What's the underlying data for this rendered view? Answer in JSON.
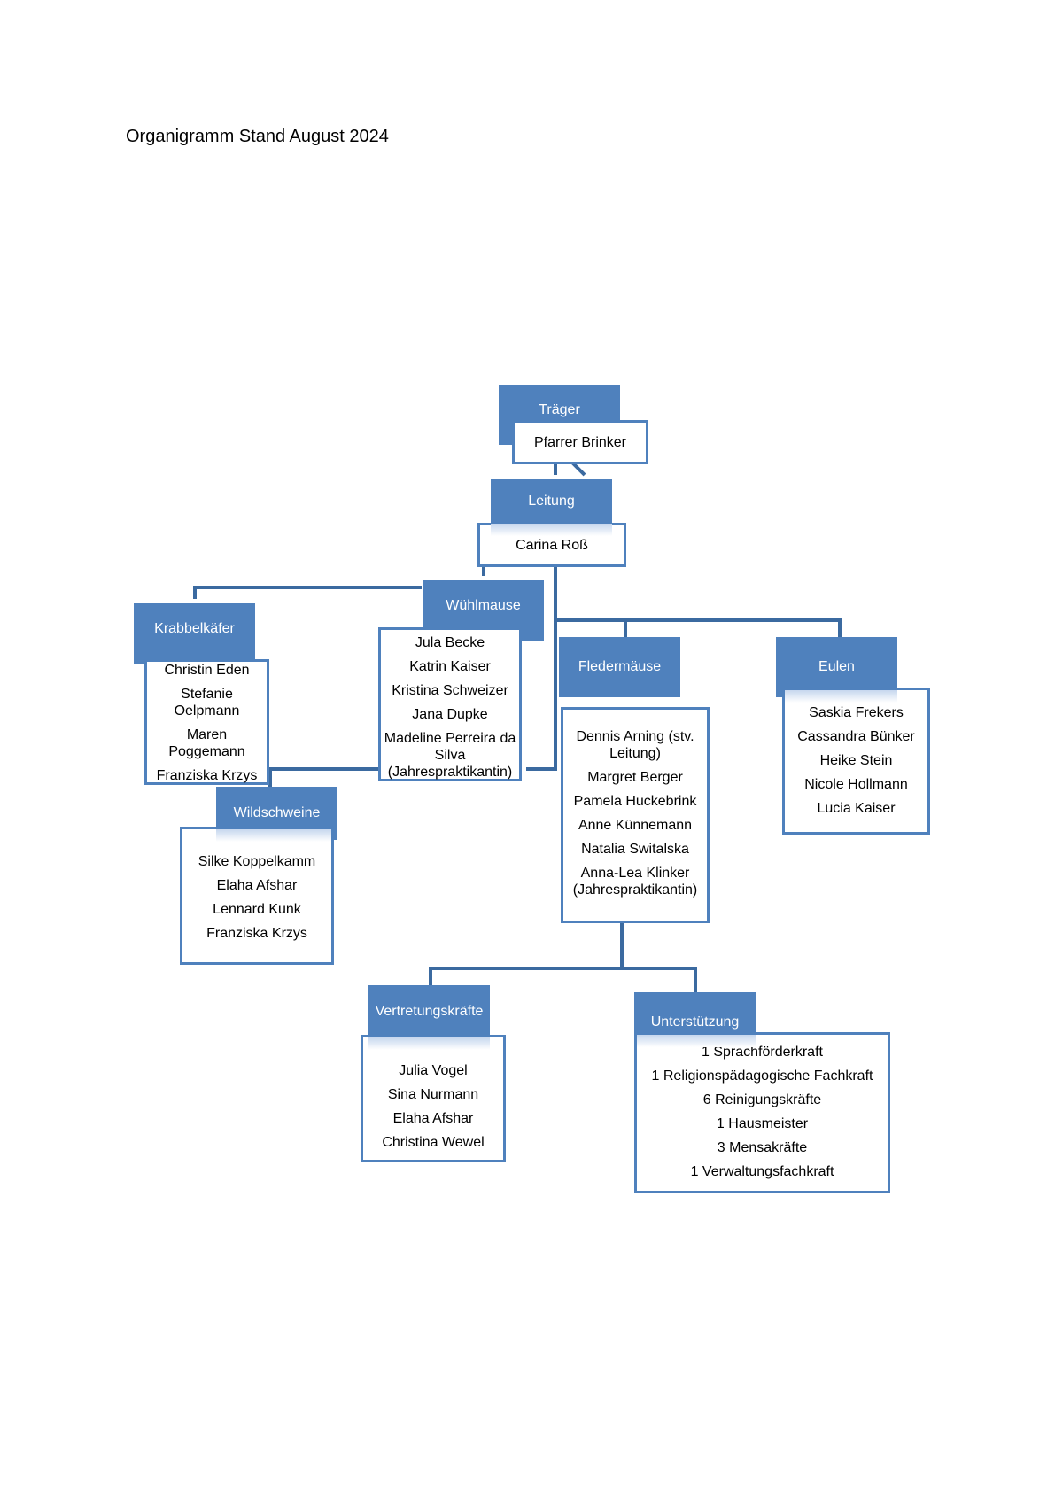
{
  "title": "Organigramm Stand August 2024",
  "colors": {
    "accent": "#4f81bd",
    "line": "#3b6aa0"
  },
  "nodes": {
    "traeger": {
      "header": "Träger",
      "members": [
        "Pfarrer Brinker"
      ]
    },
    "leitung": {
      "header": "Leitung",
      "members": [
        "Carina Roß"
      ]
    },
    "wuehlmaeuse": {
      "header": "Wühlmause",
      "members": [
        "Jula Becke",
        "Katrin Kaiser",
        "Kristina Schweizer",
        "Jana Dupke",
        "Madeline Perreira da Silva (Jahrespraktikantin)"
      ]
    },
    "krabbelkaefer": {
      "header": "Krabbelkäfer",
      "members": [
        "Christin Eden",
        "Stefanie Oelpmann",
        "Maren Poggemann",
        "Franziska Krzys"
      ]
    },
    "fledermaeuse": {
      "header": "Fledermäuse",
      "members": [
        "Dennis Arning (stv. Leitung)",
        "Margret Berger",
        "Pamela Huckebrink",
        "Anne Künnemann",
        "Natalia Switalska",
        "Anna-Lea Klinker (Jahrespraktikantin)"
      ]
    },
    "eulen": {
      "header": "Eulen",
      "members": [
        "Saskia Frekers",
        "Cassandra Bünker",
        "Heike Stein",
        "Nicole Hollmann",
        "Lucia Kaiser"
      ]
    },
    "wildschweine": {
      "header": "Wildschweine",
      "members": [
        "Silke Koppelkamm",
        "Elaha Afshar",
        "Lennard Kunk",
        "Franziska Krzys"
      ]
    },
    "vertretung": {
      "header": "Vertretungskräfte",
      "members": [
        "Julia Vogel",
        "Sina Nurmann",
        "Elaha Afshar",
        "Christina Wewel"
      ]
    },
    "unterstuetzung": {
      "header": "Unterstützung",
      "members": [
        "1 Sprachförderkraft",
        "1 Religionspädagogische Fachkraft",
        "6 Reinigungskräfte",
        "1 Hausmeister",
        "3 Mensakräfte",
        "1 Verwaltungsfachkraft"
      ]
    }
  }
}
